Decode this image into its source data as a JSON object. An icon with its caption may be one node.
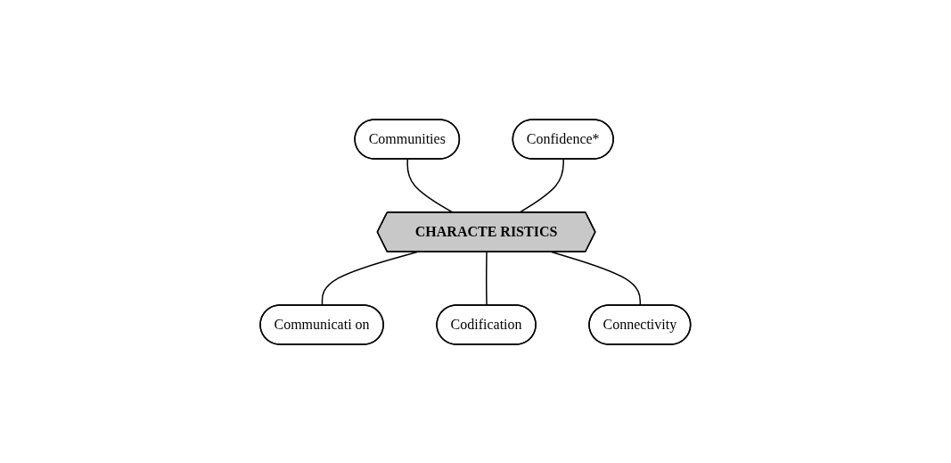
{
  "diagram": {
    "nodes": [
      {
        "text": [
          "Communities"
        ]
      },
      {
        "text": [
          "Confidence*"
        ]
      },
      {
        "text": [
          "CHARACTE RISTICS"
        ]
      },
      {
        "text": [
          "Communicati on"
        ]
      },
      {
        "text": [
          "Codification"
        ]
      },
      {
        "text": [
          "Connectivity"
        ]
      }
    ],
    "edges": [
      {
        "from": 0,
        "to": 2,
        "arrow": "none"
      },
      {
        "from": 1,
        "to": 2,
        "arrow": "none"
      },
      {
        "from": 2,
        "to": 3,
        "arrow": "none"
      },
      {
        "from": 2,
        "to": 4,
        "arrow": "none"
      },
      {
        "from": 2,
        "to": 5,
        "arrow": "none"
      }
    ]
  }
}
